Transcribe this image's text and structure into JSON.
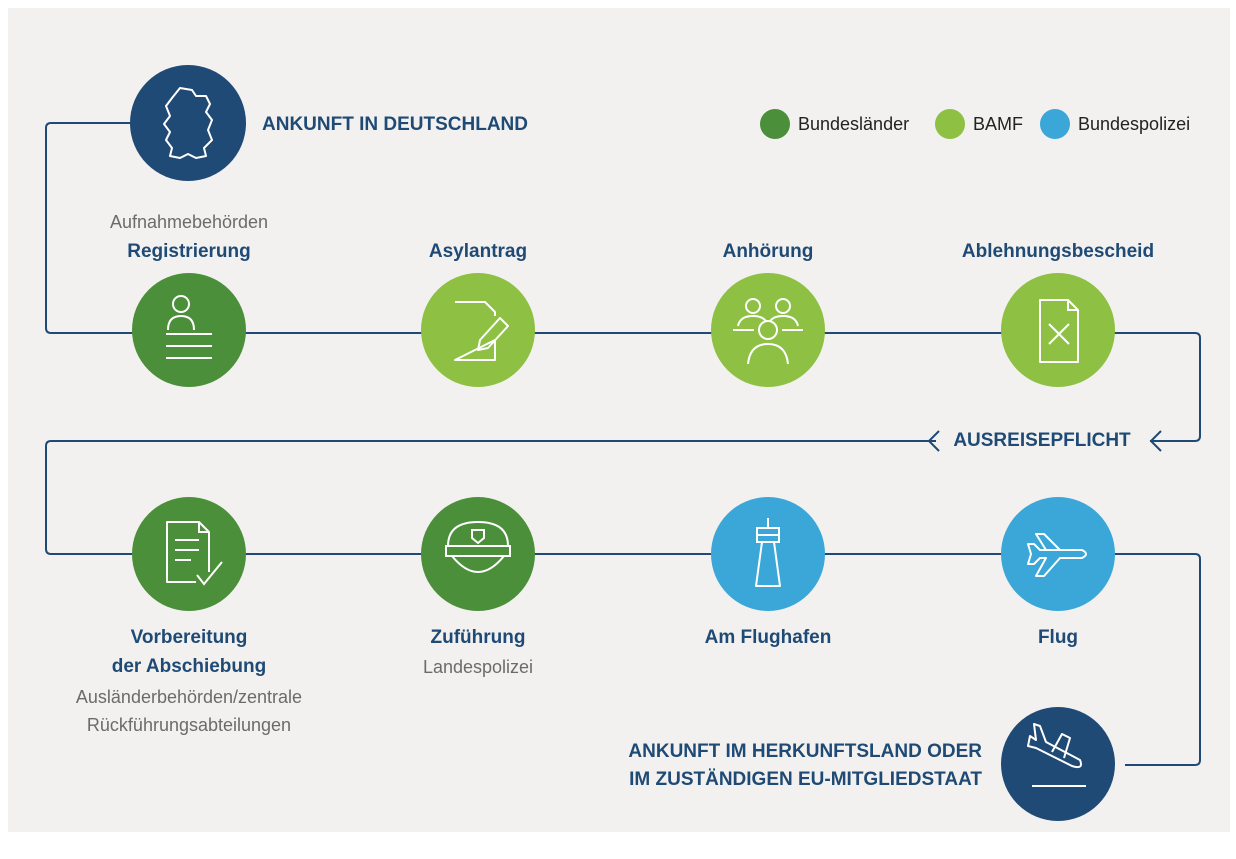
{
  "colors": {
    "bundeslaender": "#4b8f3a",
    "bamf": "#8dc043",
    "bundespolizei": "#3aa7d8",
    "navy": "#1f4a75",
    "line": "#1f4a75",
    "background": "#f2f1ef"
  },
  "legend": [
    {
      "label": "Bundesländer",
      "color": "#4b8f3a"
    },
    {
      "label": "BAMF",
      "color": "#8dc043"
    },
    {
      "label": "Bundespolizei",
      "color": "#3aa7d8"
    }
  ],
  "start": {
    "title": "ANKUNFT IN DEUTSCHLAND",
    "icon": "germany-map-icon"
  },
  "row1": [
    {
      "top": "Aufnahmebehörden",
      "title": "Registrierung",
      "icon": "registration-icon",
      "agency": "bundeslaender"
    },
    {
      "title": "Asylantrag",
      "icon": "document-edit-icon",
      "agency": "bamf"
    },
    {
      "title": "Anhörung",
      "icon": "people-group-icon",
      "agency": "bamf"
    },
    {
      "title": "Ablehnungsbescheid",
      "icon": "document-reject-icon",
      "agency": "bamf"
    }
  ],
  "ausreise": {
    "title": "AUSREISEPFLICHT"
  },
  "row2": [
    {
      "title1": "Vorbereitung",
      "title2": "der Abschiebung",
      "sub1": "Ausländerbehörden/zentrale",
      "sub2": "Rückführungsabteilungen",
      "icon": "document-check-icon",
      "agency": "bundeslaender"
    },
    {
      "title": "Zuführung",
      "sub": "Landespolizei",
      "icon": "police-cap-icon",
      "agency": "bundeslaender"
    },
    {
      "title": "Am Flughafen",
      "icon": "airport-tower-icon",
      "agency": "bundespolizei"
    },
    {
      "title": "Flug",
      "icon": "airplane-icon",
      "agency": "bundespolizei"
    }
  ],
  "end": {
    "line1": "ANKUNFT IM HERKUNFTSLAND ODER",
    "line2": "IM ZUSTÄNDIGEN EU-MITGLIEDSTAAT",
    "icon": "plane-landing-icon"
  }
}
